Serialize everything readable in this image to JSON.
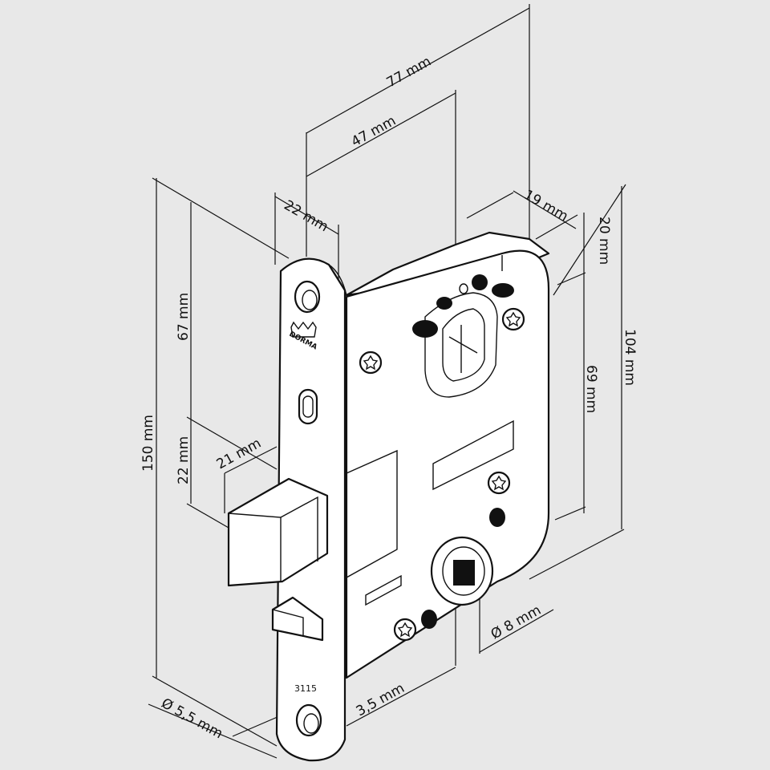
{
  "diagram": {
    "brand": "DORMA",
    "model": "3115",
    "colors": {
      "background": "#e8e8e8",
      "line": "#111111",
      "part_fill": "#ffffff"
    },
    "dimensions": {
      "d77": "77 mm",
      "d47": "47 mm",
      "d22_top": "22 mm",
      "d19": "19 mm",
      "d20": "20 mm",
      "d104": "104 mm",
      "d69": "69 mm",
      "d67": "67 mm",
      "d150": "150 mm",
      "d22_left": "22 mm",
      "d21": "21 mm",
      "d8": "Ø 8 mm",
      "d3_5": "3,5 mm",
      "d5_5": "Ø 5,5 mm"
    }
  }
}
